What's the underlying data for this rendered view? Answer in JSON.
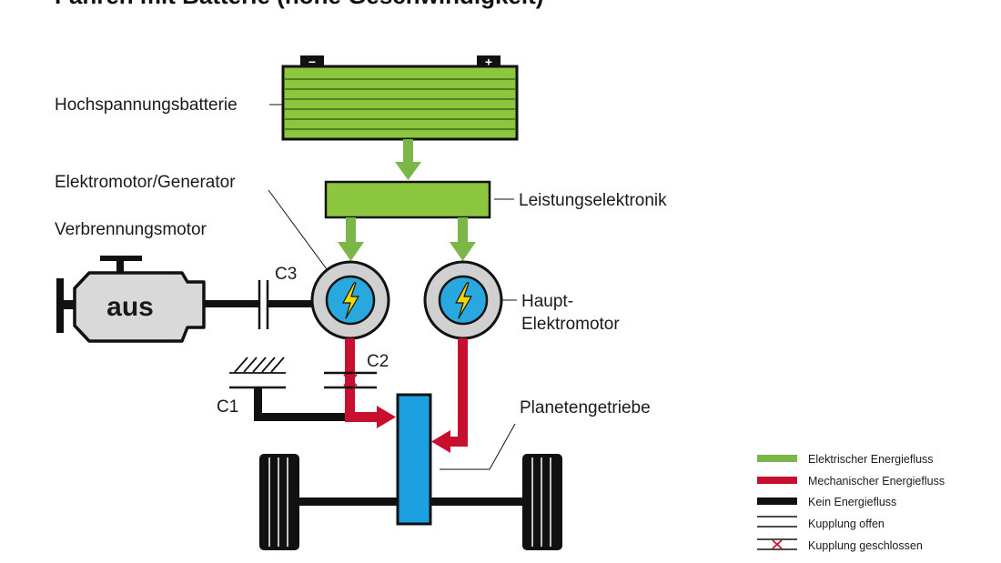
{
  "title": "Fahren mit Batterie (hohe Geschwindigkeit)",
  "labels": {
    "battery": "Hochspannungsbatterie",
    "power_electronics": "Leistungselektronik",
    "motor_generator": "Elektromotor/Generator",
    "combustion_engine": "Verbrennungsmotor",
    "engine_state": "aus",
    "c3": "C3",
    "c2": "C2",
    "c1": "C1",
    "main_motor_line1": "Haupt-",
    "main_motor_line2": "Elektromotor",
    "planetary_gear": "Planetengetriebe",
    "battery_minus": "−",
    "battery_plus": "+"
  },
  "legend": {
    "items": [
      {
        "label": "Elektrischer Energiefluss",
        "color": "#7ab648",
        "symbol": "thick-line"
      },
      {
        "label": "Mechanischer Energiefluss",
        "color": "#c8102e",
        "symbol": "thick-line"
      },
      {
        "label": "Kein Energiefluss",
        "color": "#111111",
        "symbol": "thick-line"
      },
      {
        "label": "Kupplung offen",
        "color": "#111111",
        "symbol": "double-line"
      },
      {
        "label": "Kupplung geschlossen",
        "color": "#c8102e",
        "symbol": "double-line-x"
      }
    ]
  },
  "colors": {
    "electric": "#7ab648",
    "mechanical": "#c8102e",
    "none": "#111111",
    "battery_fill": "#8cc63f",
    "motor_ring": "#d0d0d0",
    "motor_core": "#29a8e0",
    "bolt": "#f5d400",
    "planetary": "#1ba1e2",
    "engine_body": "#d9d9d9"
  },
  "icons": {
    "motor": "lightning-bolt-icon",
    "engine": "engine-icon",
    "wheel": "tire-icon"
  }
}
